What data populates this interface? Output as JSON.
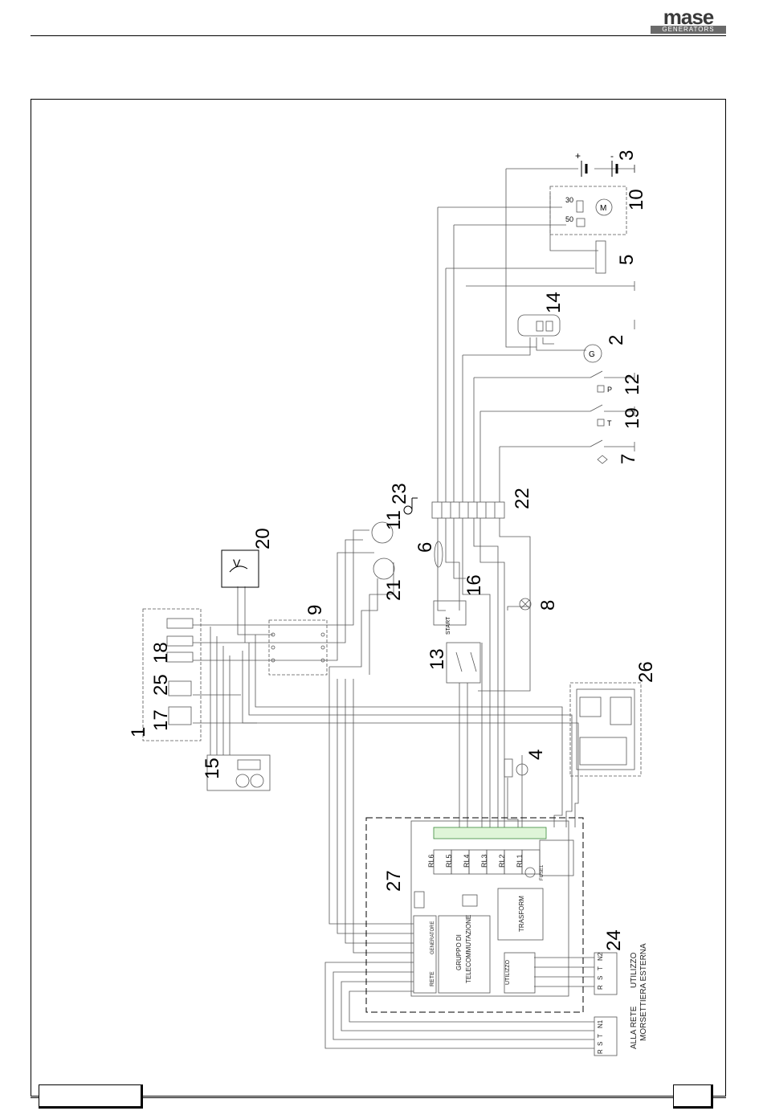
{
  "brand": {
    "name": "mase",
    "tagline": "GENERATORS"
  },
  "callouts": {
    "c1": "1",
    "c2": "2",
    "c3": "3",
    "c4": "4",
    "c5": "5",
    "c6": "6",
    "c7": "7",
    "c8": "8",
    "c9": "9",
    "c10": "10",
    "c11": "11",
    "c12": "12",
    "c13": "13",
    "c14": "14",
    "c15": "15",
    "c16": "16",
    "c17": "17",
    "c18": "18",
    "c19": "19",
    "c20": "20",
    "c21": "21",
    "c22": "22",
    "c23": "23",
    "c24": "24",
    "c25": "25",
    "c26": "26",
    "c27": "27"
  },
  "labels": {
    "voltmeter": "V",
    "motor": "M",
    "generator": "G",
    "starter_30": "30",
    "starter_50": "50",
    "switch_p": "P",
    "switch_t": "T",
    "start": "START",
    "rl1": "RL1",
    "rl2": "RL2",
    "rl3": "RL3",
    "rl4": "RL4",
    "rl5": "RL5",
    "rl6": "RL6",
    "fuse": "FUSE1",
    "transformer": "TRASFORM",
    "group_line1": "GRUPPO DI",
    "group_line2": "TELECOMMUTAZIONE",
    "generatore": "GENERATORE",
    "rete": "RETE",
    "utilizzo_block": "UTILIZZO",
    "utilizzo_title": "UTILIZZO",
    "alla_rete": "ALLA RETE",
    "morsettiera": "MORSETTIERA ESTERNA",
    "terminals_top": [
      "R",
      "S",
      "T",
      "N1"
    ],
    "terminals_bottom": [
      "R",
      "S",
      "T",
      "N2"
    ],
    "plus": "+",
    "minus": "-"
  }
}
